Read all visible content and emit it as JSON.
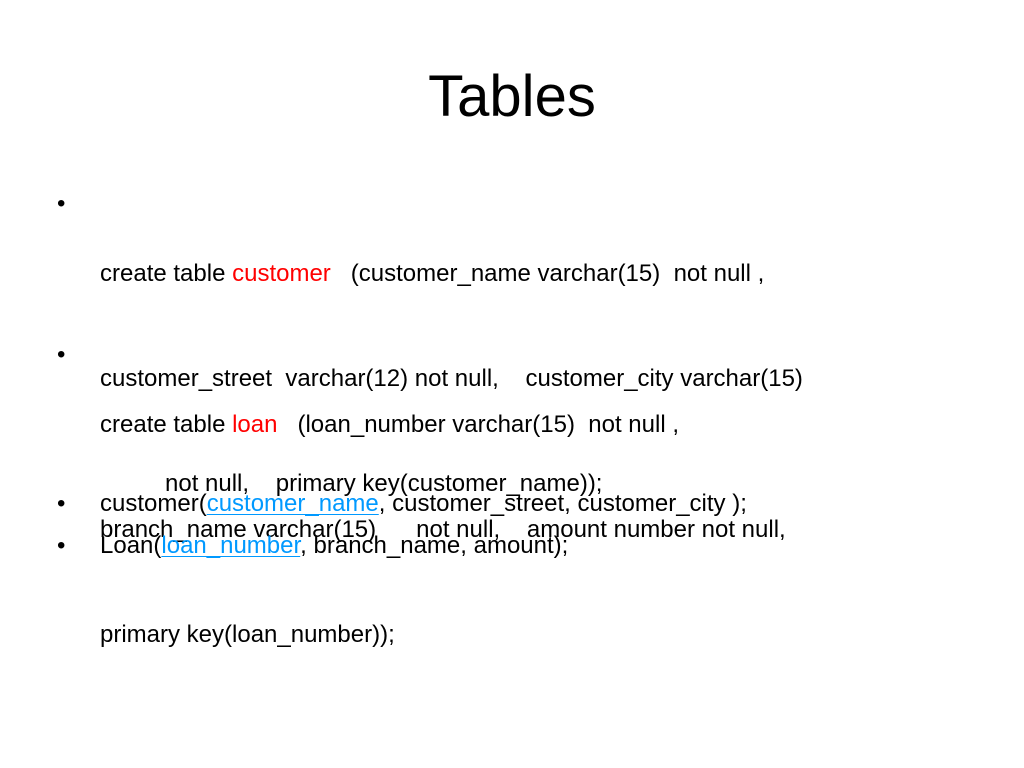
{
  "slide": {
    "title": "Tables",
    "bullets": [
      {
        "marker": "•",
        "lines": [
          {
            "pre": "create table ",
            "keyword": "customer",
            "post": "   (customer_name varchar(15)  not null ,"
          },
          {
            "text": "customer_street  varchar(12) not null,    customer_city varchar(15)"
          },
          {
            "text": "not null,    primary key(customer_name));"
          }
        ]
      },
      {
        "marker": "•",
        "lines": [
          {
            "pre": "create table ",
            "keyword": "loan",
            "post": "   (loan_number varchar(15)  not null ,"
          },
          {
            "text": "branch_name varchar(15)      not null,    amount number not null,"
          },
          {
            "text": "primary key(loan_number));"
          }
        ]
      },
      {
        "marker": "•",
        "pre": "customer(",
        "key": "customer_name",
        "post": ", customer_street, customer_city );"
      },
      {
        "marker": "•",
        "pre": "Loan(",
        "key": "loan_number",
        "post": ", branch_name, amount);"
      }
    ]
  },
  "colors": {
    "keyword": "#ff0000",
    "primary_key": "#0099ff",
    "text": "#000000",
    "background": "#ffffff"
  }
}
